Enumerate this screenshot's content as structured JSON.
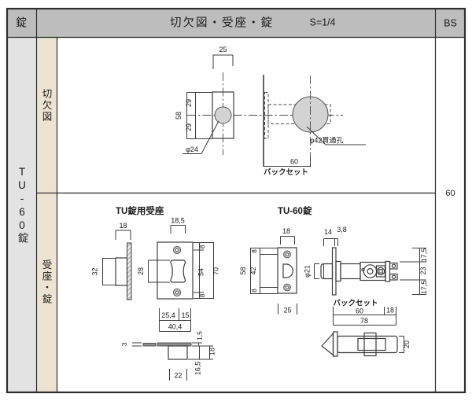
{
  "header": {
    "lock_column": "錠",
    "title": "切欠図・受座・錠",
    "scale": "S=1/4",
    "bs_column": "BS"
  },
  "sidebar": {
    "model": "TU-60錠",
    "section_top": "切欠図",
    "section_bottom": "受座・錠"
  },
  "bs_cell": {
    "value": "60"
  },
  "cutout_diagram": {
    "dim_width": "25",
    "dim_upper": "29",
    "dim_lower": "29",
    "dim_height": "58",
    "hole_label": "φ24",
    "through_hole_label": "φ42貫通孔",
    "backset_value": "60",
    "backset_label": "バックセット"
  },
  "strike_plate": {
    "title": "TU錠用受座",
    "side_width": "18",
    "side_height": "32",
    "front_slot_width": "18,5",
    "front_slot_height": "28",
    "front_edge_top": "8",
    "front_hole_span": "54",
    "front_edge_bottom": "8",
    "front_height": "70",
    "front_width_left": "25,4",
    "front_width_right": "15",
    "front_width_total": "40,4",
    "box_lip": "3",
    "box_plate_thickness": "1,5",
    "box_depth": "18",
    "box_inner_depth": "16,5",
    "box_width": "22"
  },
  "lock_body": {
    "title": "TU-60錠",
    "face_slot_width": "18",
    "face_edge_top": "8",
    "face_hole_span": "42",
    "face_edge_bottom": "8",
    "face_height": "58",
    "face_width": "25",
    "latch_dim": "14",
    "face_thickness": "3,8",
    "tube_diameter": "φ21",
    "hub_upper": "17,5",
    "hub_center": "23",
    "hub_lower": "17,5",
    "backset_label": "バックセット",
    "backset_value": "60",
    "rear_length": "18",
    "total_length": "78",
    "bolt_height": "20"
  }
}
